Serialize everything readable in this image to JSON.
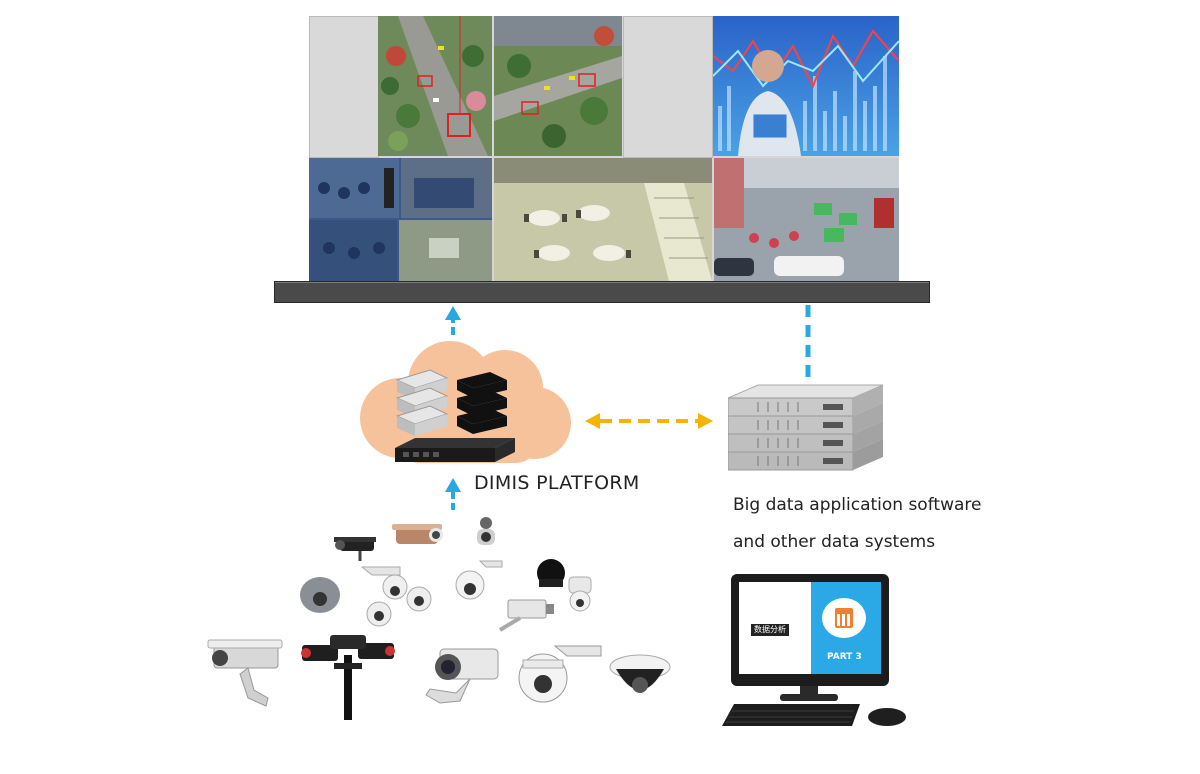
{
  "platform": {
    "label": "DIMIS PLATFORM"
  },
  "bigdata": {
    "line1": "Big data application software",
    "line2": "and other data systems"
  },
  "monitor": {
    "tile_text": "数据分析",
    "part_label": "PART 3"
  },
  "colors": {
    "arrow_blue": "#29a8e0",
    "arrow_orange": "#f5b400",
    "cloud": "#f6c29c",
    "display_bar": "#4a4a4a"
  },
  "icons": {
    "cloud": "cloud-icon",
    "server": "server-rack-icon",
    "computer": "desktop-computer-icon",
    "cameras": "cctv-camera-icon"
  }
}
